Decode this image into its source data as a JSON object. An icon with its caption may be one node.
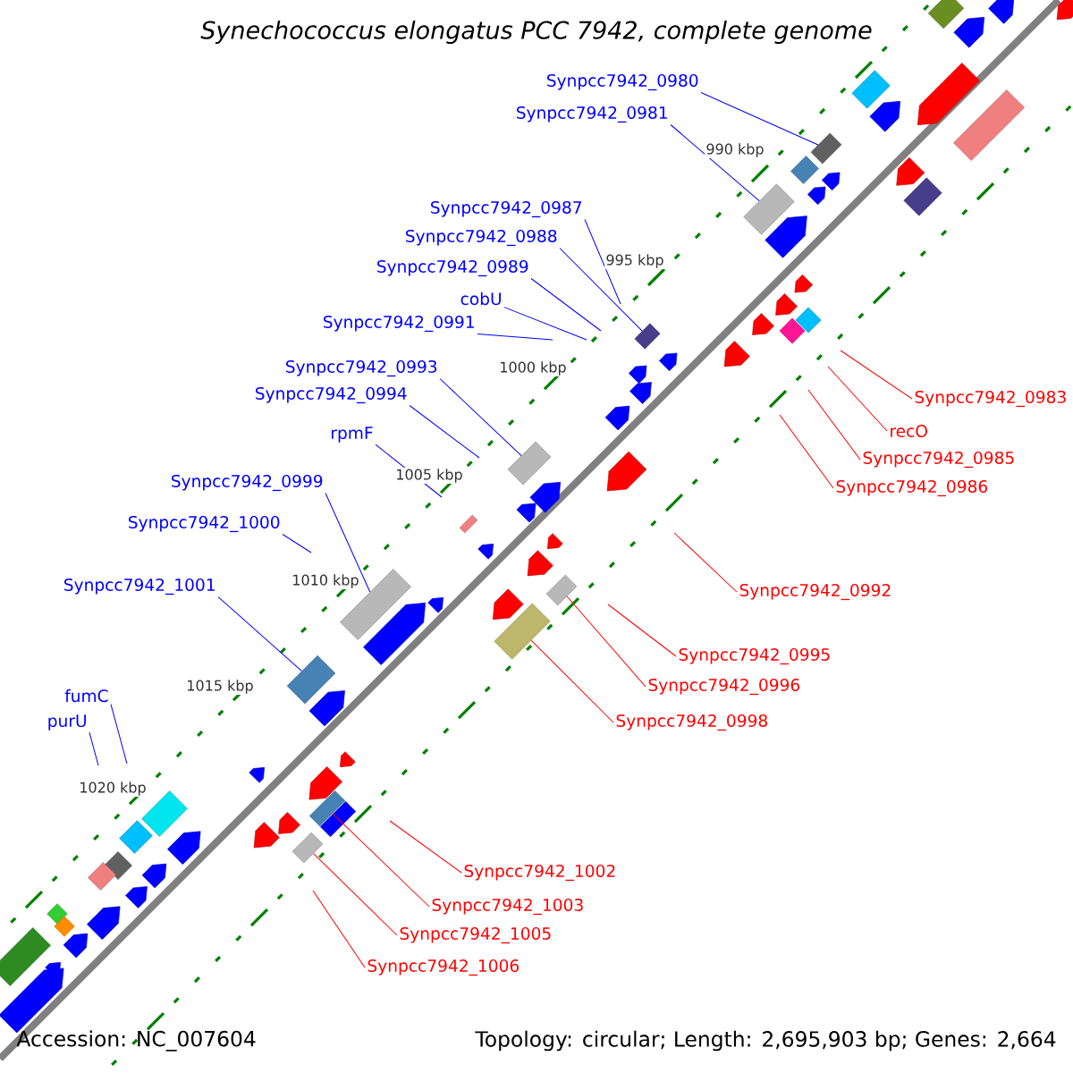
{
  "diagram": {
    "title": "Synechococcus elongatus PCC 7942, complete genome",
    "nodes": [
      {
        "text": [
          "Synpcc7942_0980"
        ]
      },
      {
        "text": [
          "Synpcc7942_0981"
        ]
      },
      {
        "text": [
          "Synpcc7942_0987"
        ]
      },
      {
        "text": [
          "Synpcc7942_0988"
        ]
      },
      {
        "text": [
          "Synpcc7942_0989"
        ]
      },
      {
        "text": [
          "cobU"
        ]
      },
      {
        "text": [
          "Synpcc7942_0991"
        ]
      },
      {
        "text": [
          "Synpcc7942_0993"
        ]
      },
      {
        "text": [
          "Synpcc7942_0994"
        ]
      },
      {
        "text": [
          "rpmF"
        ]
      },
      {
        "text": [
          "Synpcc7942_0999"
        ]
      },
      {
        "text": [
          "Synpcc7942_1000"
        ]
      },
      {
        "text": [
          "Synpcc7942_1001"
        ]
      },
      {
        "text": [
          "fumC"
        ]
      },
      {
        "text": [
          "purU"
        ]
      },
      {
        "text": [
          "Synpcc7942_0983"
        ]
      },
      {
        "text": [
          "recO"
        ]
      },
      {
        "text": [
          "Synpcc7942_0985"
        ]
      },
      {
        "text": [
          "Synpcc7942_0986"
        ]
      },
      {
        "text": [
          "Synpcc7942_0992"
        ]
      },
      {
        "text": [
          "Synpcc7942_0995"
        ]
      },
      {
        "text": [
          "Synpcc7942_0996"
        ]
      },
      {
        "text": [
          "Synpcc7942_0998"
        ]
      },
      {
        "text": [
          "Synpcc7942_1002"
        ]
      },
      {
        "text": [
          "Synpcc7942_1003"
        ]
      },
      {
        "text": [
          "Synpcc7942_1005"
        ]
      },
      {
        "text": [
          "Synpcc7942_1006"
        ]
      },
      {
        "text": [],
        "shape": "box"
      },
      {
        "text": [],
        "shape": "box"
      },
      {
        "text": [],
        "shape": "box"
      },
      {
        "text": [],
        "shape": "box"
      },
      {
        "text": [],
        "shape": "box"
      },
      {
        "text": [],
        "shape": "box"
      },
      {
        "text": [],
        "shape": "box"
      },
      {
        "text": [],
        "shape": "box"
      },
      {
        "text": [],
        "shape": "box"
      },
      {
        "text": [],
        "shape": "box"
      }
    ],
    "edges": [
      {
        "from": 0,
        "to": 34,
        "arrow": "none"
      },
      {
        "from": 1,
        "to": 27,
        "arrow": "none"
      },
      {
        "from": 2,
        "to": null,
        "arrow": "none"
      },
      {
        "from": 3,
        "to": 28,
        "arrow": "none"
      },
      {
        "from": 4,
        "to": null,
        "arrow": "none"
      },
      {
        "from": 5,
        "to": null,
        "arrow": "none"
      },
      {
        "from": 6,
        "to": null,
        "arrow": "none"
      },
      {
        "from": 7,
        "to": 29,
        "arrow": "none"
      },
      {
        "from": 8,
        "to": null,
        "arrow": "none"
      },
      {
        "from": 9,
        "to": null,
        "arrow": "none"
      },
      {
        "from": 10,
        "to": 30,
        "arrow": "none"
      },
      {
        "from": 11,
        "to": null,
        "arrow": "none"
      },
      {
        "from": 12,
        "to": 31,
        "arrow": "none"
      },
      {
        "from": 13,
        "to": null,
        "arrow": "none"
      },
      {
        "from": 14,
        "to": null,
        "arrow": "none"
      },
      {
        "from": 15,
        "to": null,
        "arrow": "none",
        "color": "#ff0000"
      },
      {
        "from": 16,
        "to": null,
        "arrow": "none",
        "color": "#ff0000"
      },
      {
        "from": 17,
        "to": null,
        "arrow": "none",
        "color": "#ff0000"
      },
      {
        "from": 18,
        "to": null,
        "arrow": "none",
        "color": "#ff0000"
      },
      {
        "from": 19,
        "to": null,
        "arrow": "none",
        "color": "#ff0000"
      },
      {
        "from": 20,
        "to": null,
        "arrow": "none",
        "color": "#ff0000"
      },
      {
        "from": 21,
        "to": 35,
        "arrow": "none",
        "color": "#ff0000"
      },
      {
        "from": 22,
        "to": 32,
        "arrow": "none",
        "color": "#ff0000"
      },
      {
        "from": 23,
        "to": null,
        "arrow": "none",
        "color": "#ff0000"
      },
      {
        "from": 24,
        "to": 33,
        "arrow": "none",
        "color": "#ff0000"
      },
      {
        "from": 25,
        "to": 36,
        "arrow": "none",
        "color": "#ff0000"
      },
      {
        "from": 26,
        "to": null,
        "arrow": "none",
        "color": "#ff0000"
      }
    ],
    "labels": [
      "990 kbp",
      "995 kbp",
      "1000 kbp",
      "1005 kbp",
      "1010 kbp",
      "1015 kbp",
      "1020 kbp",
      "Accession: NC_007604",
      "Topology: circular; Length: 2,695,903 bp; Genes: 2,664"
    ]
  }
}
